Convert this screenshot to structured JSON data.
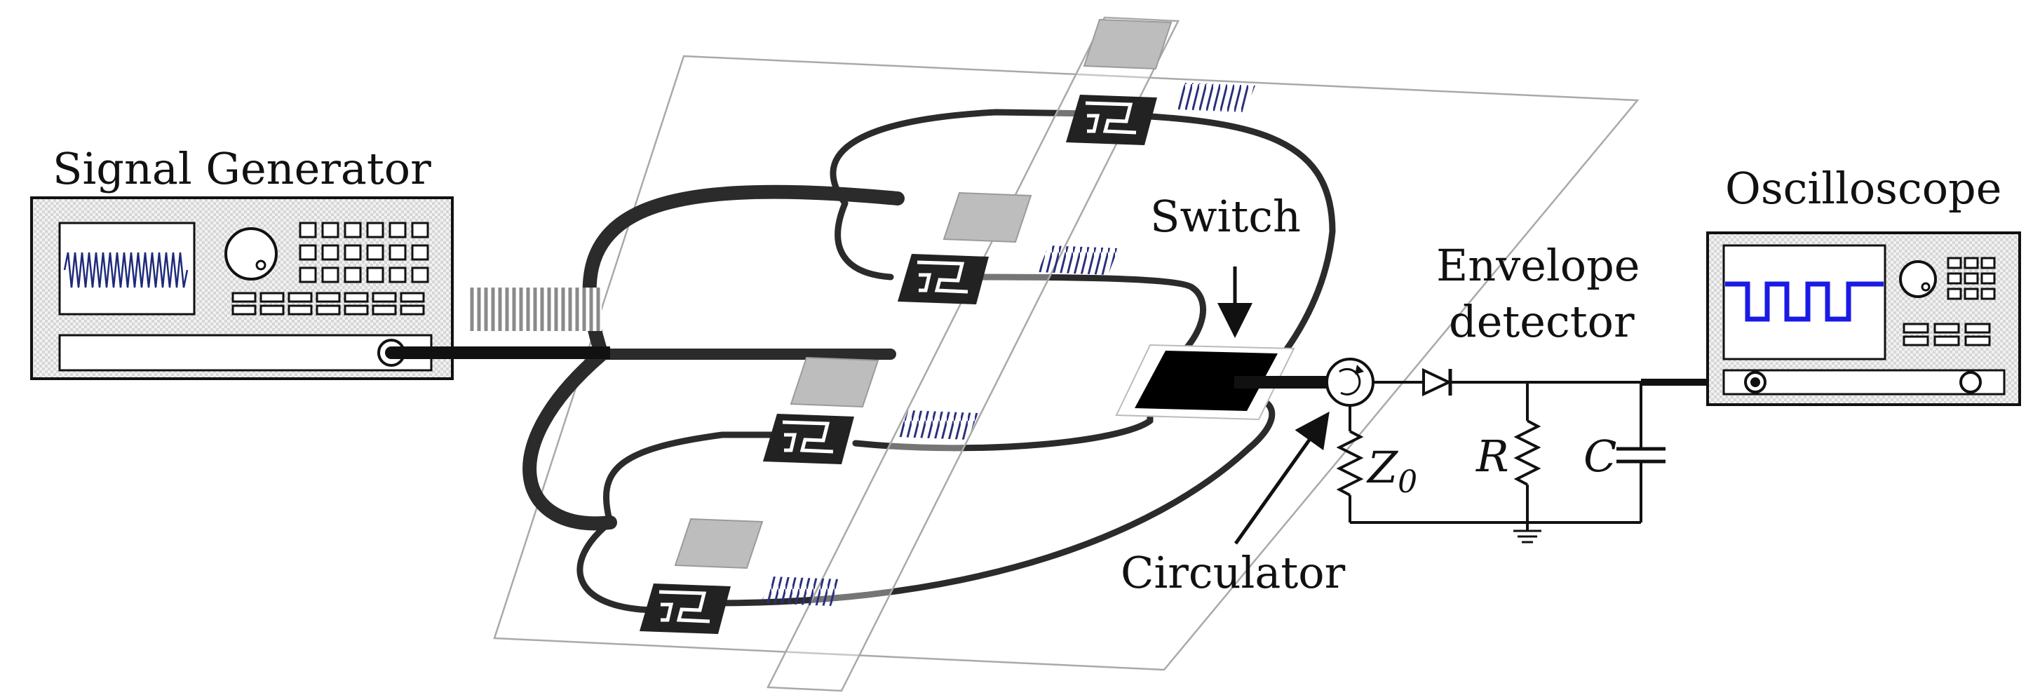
{
  "labels": {
    "signal_generator": "Signal Generator",
    "oscilloscope": "Oscilloscope",
    "switch": "Switch",
    "envelope_line1": "Envelope",
    "envelope_line2": "detector",
    "circulator": "Circulator",
    "z0_main": "Z",
    "z0_sub": "0",
    "resistor": "R",
    "capacitor": "C"
  },
  "colors": {
    "oscilloscope_trace": "#1a1ae6",
    "generator_trace": "#1e2a7a",
    "transducer": "#1e1e1e",
    "substrate_edge": "#9a9a9a",
    "faded_transducer": "#b9b9b9"
  },
  "icons": {
    "generator": "signal-generator-icon",
    "scope": "oscilloscope-icon",
    "switch": "switch-block-icon",
    "circulator": "circulator-icon",
    "diode": "diode-icon",
    "ground": "ground-icon"
  }
}
